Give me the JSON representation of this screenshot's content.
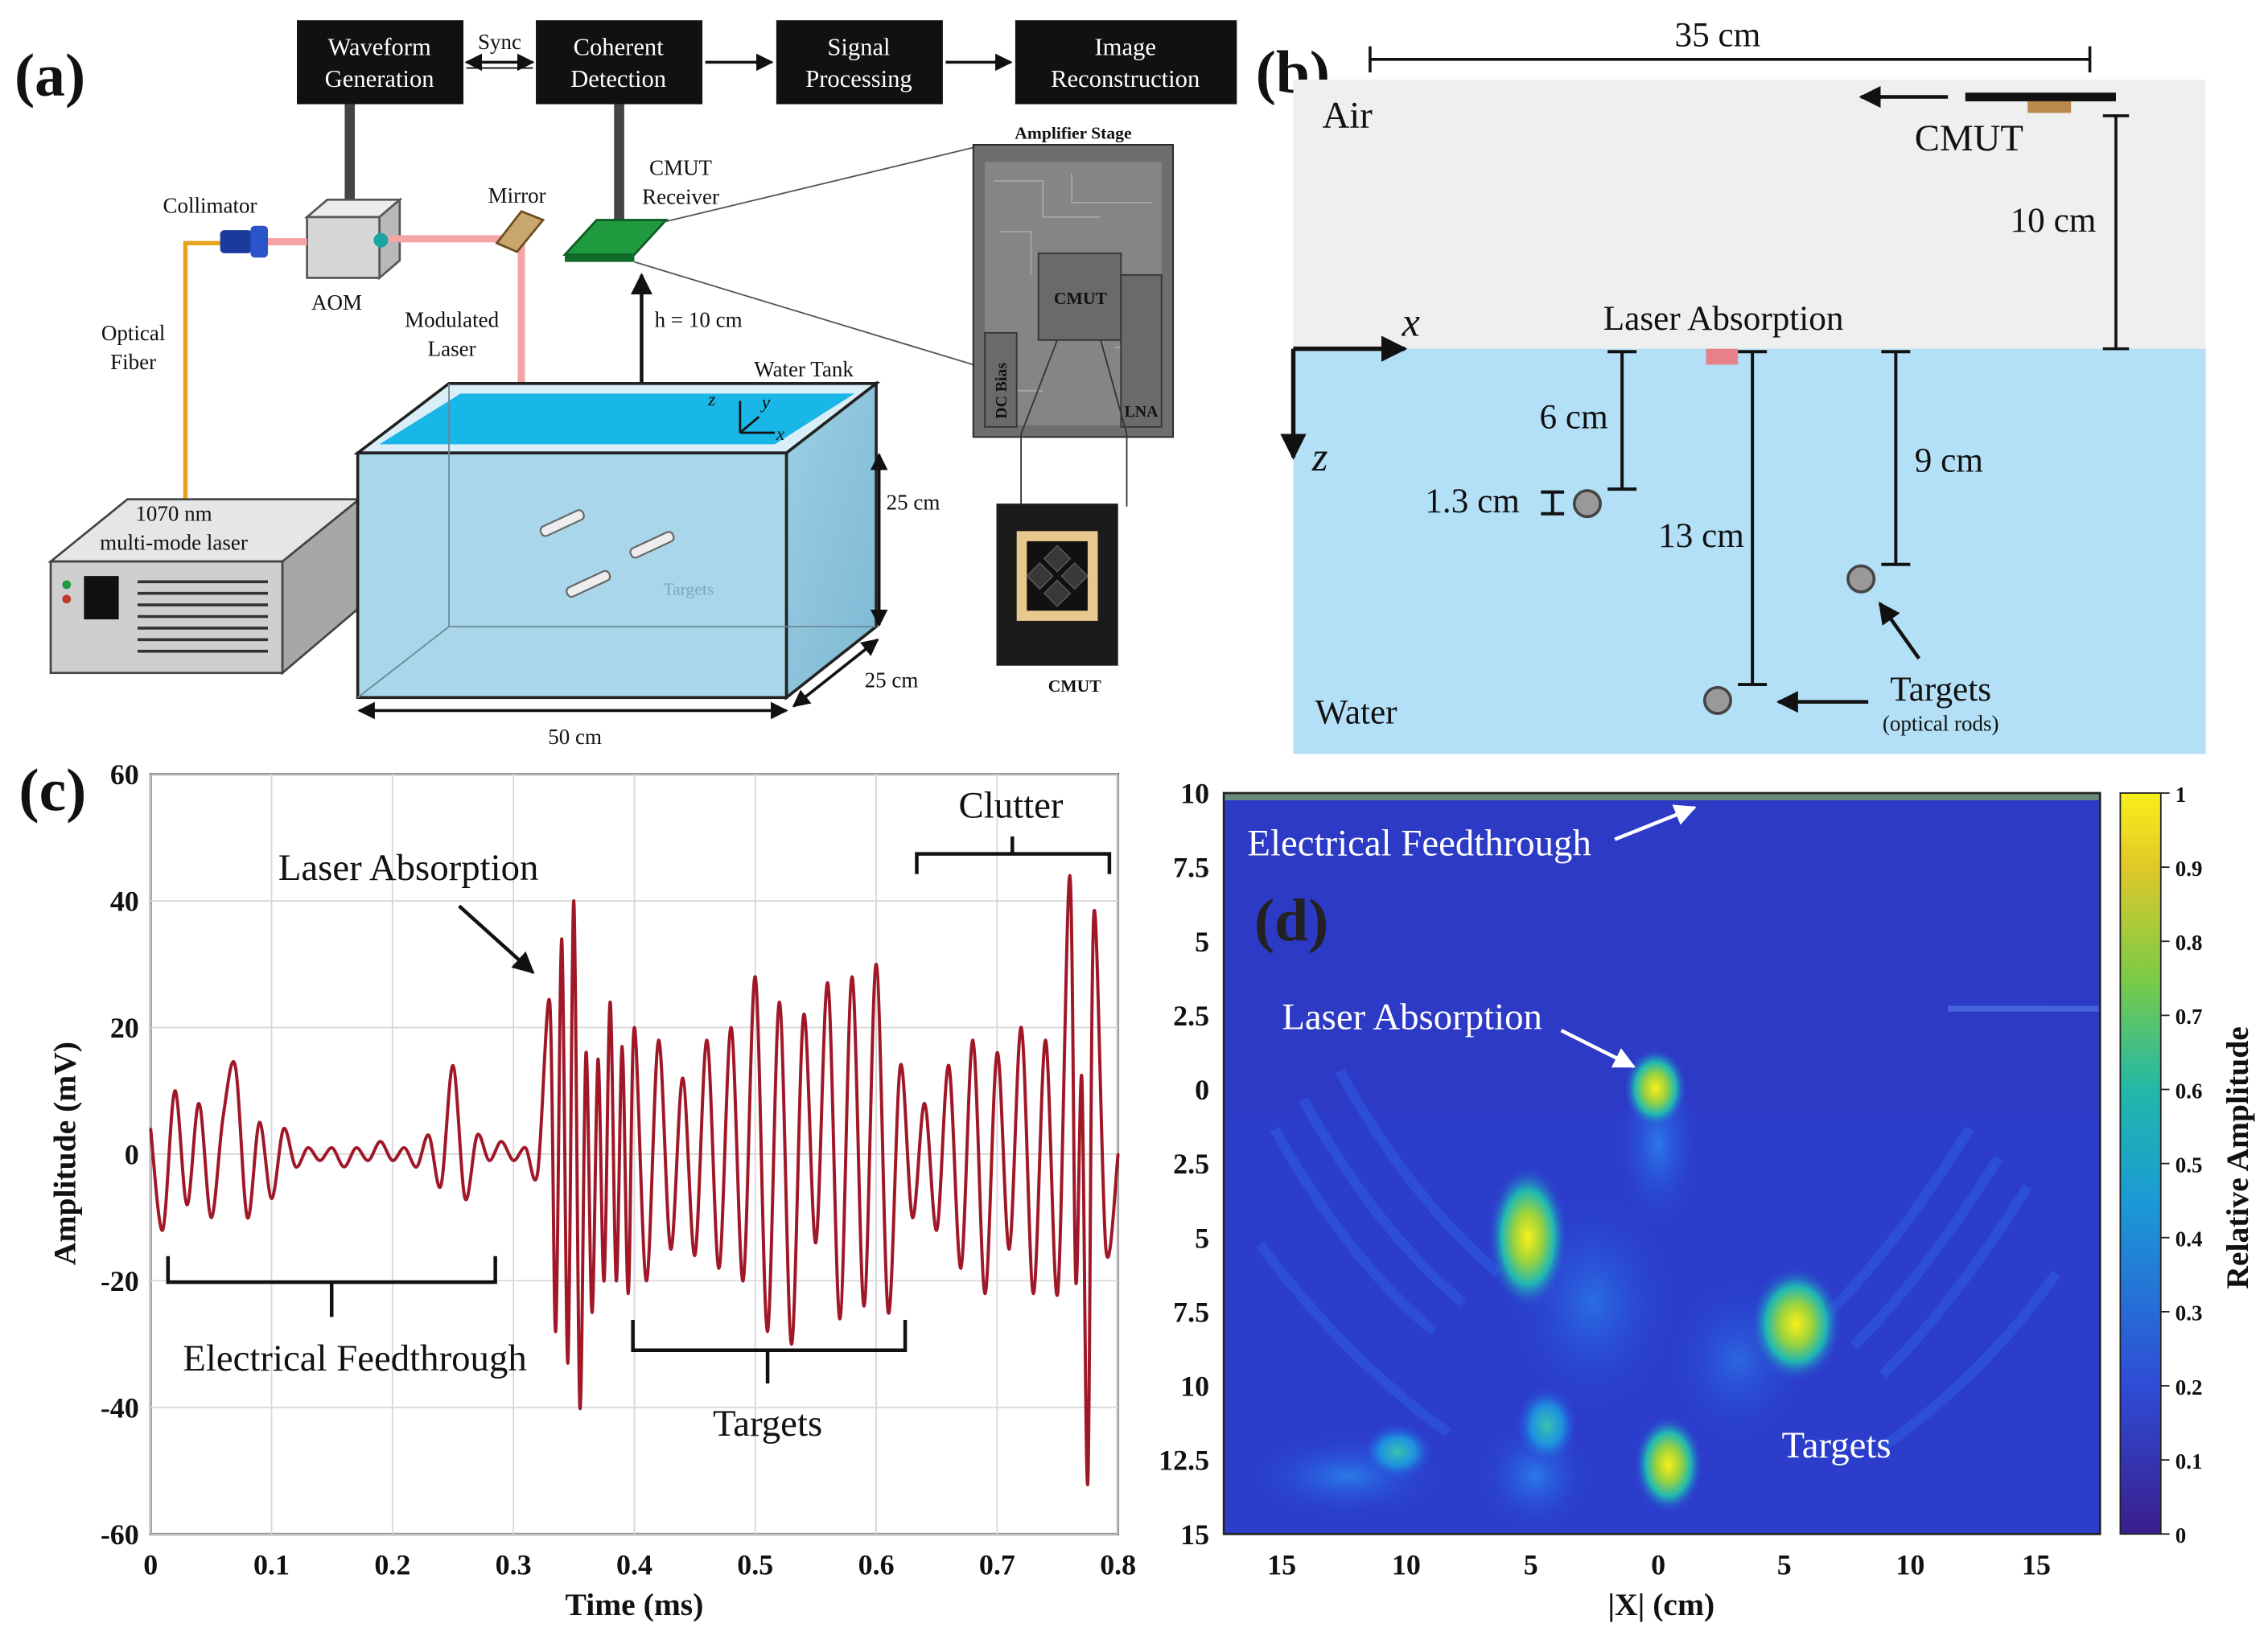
{
  "panel_a": {
    "label": "(a)",
    "blocks": [
      "Waveform\nGeneration",
      "Coherent\nDetection",
      "Signal\nProcessing",
      "Image\nReconstruction"
    ],
    "sync": "Sync",
    "collimator": "Collimator",
    "aom": "AOM",
    "mirror": "Mirror",
    "cmut_receiver": "CMUT\nReceiver",
    "optical_fiber": "Optical\nFiber",
    "modulated_laser": "Modulated\nLaser",
    "laser_box": "1070 nm\nmulti-mode laser",
    "height": "h = 10 cm",
    "water_tank": "Water Tank",
    "targets": "Targets",
    "dim_height": "25 cm",
    "dim_depth": "25 cm",
    "dim_width": "50 cm",
    "axis_z": "z",
    "axis_y": "y",
    "axis_x": "x",
    "amp_stage": "Amplifier Stage",
    "amp_cmut": "CMUT",
    "amp_dcbias": "DC Bias",
    "amp_lna": "LNA",
    "cmut_photo": "CMUT"
  },
  "panel_b": {
    "label": "(b)",
    "width": "35 cm",
    "air": "Air",
    "water": "Water",
    "cmut": "CMUT",
    "cmut_height": "10 cm",
    "laser_absorption": "Laser Absorption",
    "axis_x": "x",
    "axis_z": "z",
    "d1": "6 cm",
    "d2": "1.3 cm",
    "d3": "13 cm",
    "d4": "9 cm",
    "targets": "Targets",
    "targets_sub": "(optical rods)"
  },
  "panel_c": {
    "label": "(c)",
    "ann_laser": "Laser Absorption",
    "ann_clutter": "Clutter",
    "ann_feed": "Electrical Feedthrough",
    "ann_targets": "Targets"
  },
  "panel_d": {
    "label": "(d)",
    "ann_feed": "Electrical Feedthrough",
    "ann_laser": "Laser Absorption",
    "ann_targets": "Targets",
    "xlabel": "|X| (cm)",
    "x_ticks": [
      "15",
      "10",
      "5",
      "0",
      "5",
      "10",
      "15"
    ],
    "y_ticks": [
      "10",
      "7.5",
      "5",
      "2.5",
      "0",
      "2.5",
      "5",
      "7.5",
      "10",
      "12.5",
      "15"
    ],
    "colorbar_label": "Relative Amplitude",
    "colorbar_ticks": [
      "1",
      "0.9",
      "0.8",
      "0.7",
      "0.6",
      "0.5",
      "0.4",
      "0.3",
      "0.2",
      "0.1",
      "0"
    ]
  },
  "chart_data": {
    "type": "line",
    "xlabel": "Time (ms)",
    "ylabel": "Amplitude (mV)",
    "xlim": [
      0,
      0.8
    ],
    "ylim": [
      -60,
      60
    ],
    "x_ticks": [
      "0",
      "0.1",
      "0.2",
      "0.3",
      "0.4",
      "0.5",
      "0.6",
      "0.7",
      "0.8"
    ],
    "y_ticks": [
      "60",
      "40",
      "20",
      "0",
      "-20",
      "-40",
      "-60"
    ],
    "grid": true,
    "color": "#a01828",
    "series": [
      {
        "x": [
          0,
          0.01,
          0.02,
          0.03,
          0.04,
          0.05,
          0.06,
          0.07,
          0.08,
          0.09,
          0.1,
          0.11,
          0.12,
          0.13,
          0.14,
          0.15,
          0.16,
          0.17,
          0.18,
          0.19,
          0.2,
          0.21,
          0.22,
          0.23,
          0.24,
          0.25,
          0.26,
          0.27,
          0.28,
          0.29,
          0.3,
          0.31,
          0.32,
          0.33,
          0.335,
          0.34,
          0.345,
          0.35,
          0.355,
          0.36,
          0.365,
          0.37,
          0.375,
          0.38,
          0.385,
          0.39,
          0.395,
          0.4,
          0.41,
          0.42,
          0.43,
          0.44,
          0.45,
          0.46,
          0.47,
          0.48,
          0.49,
          0.5,
          0.51,
          0.52,
          0.53,
          0.54,
          0.55,
          0.56,
          0.57,
          0.58,
          0.59,
          0.6,
          0.61,
          0.62,
          0.63,
          0.64,
          0.65,
          0.66,
          0.67,
          0.68,
          0.69,
          0.7,
          0.71,
          0.72,
          0.73,
          0.74,
          0.75,
          0.76,
          0.765,
          0.77,
          0.775,
          0.78,
          0.79,
          0.8
        ],
        "y": [
          4,
          -12,
          10,
          -8,
          8,
          -10,
          6,
          14,
          -10,
          5,
          -7,
          4,
          -2,
          1,
          -1,
          1,
          -2,
          1,
          -1,
          2,
          -1,
          1,
          -2,
          3,
          -5,
          14,
          -7,
          3,
          -1,
          2,
          -1,
          1,
          -3,
          24,
          -28,
          34,
          -33,
          40,
          -40,
          16,
          -25,
          15,
          -20,
          24,
          -20,
          17,
          -22,
          20,
          -20,
          18,
          -15,
          12,
          -16,
          18,
          -18,
          20,
          -20,
          28,
          -28,
          24,
          -30,
          22,
          -14,
          27,
          -26,
          28,
          -24,
          30,
          -25,
          14,
          -10,
          8,
          -12,
          14,
          -18,
          18,
          -22,
          16,
          -15,
          20,
          -22,
          18,
          -22,
          44,
          -20,
          12,
          -52,
          38,
          -15,
          0
        ]
      }
    ]
  }
}
